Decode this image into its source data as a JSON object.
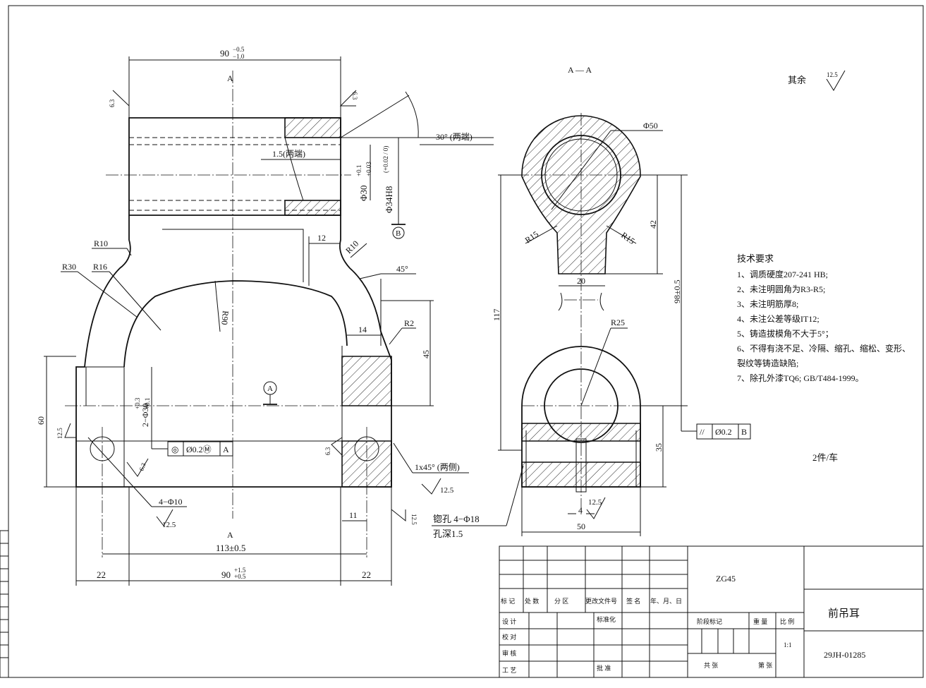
{
  "front_view": {
    "dim_top": "90",
    "dim_top_tol_upper": "−0.5",
    "dim_top_tol_lower": "−1.0",
    "section_mark_top": "A",
    "section_mark_bottom": "A",
    "rough_left": "6.3",
    "rough_right": "6.3",
    "chamfer_angle": "30° (两端)",
    "chamfer_width": "1.5(两端)",
    "bore_inner": "Φ30",
    "bore_inner_tol_upper": "+0.1",
    "bore_inner_tol_lower": "+0.03",
    "bore_outer": "Φ34H8",
    "bore_outer_tol": "(+0.02 / 0)",
    "datum_b": "B",
    "dim_12": "12",
    "r10_left": "R10",
    "r10_right": "R10",
    "r30": "R30",
    "r16": "R16",
    "r90": "R90",
    "angle_45": "45°",
    "dim_14": "14",
    "r2": "R2",
    "dim_45": "45",
    "datum_a": "A",
    "hole_dim": "2−Φ30",
    "hole_tol_upper": "+0.3",
    "hole_tol_lower": "+0.1",
    "dim_60": "60",
    "rough_12_5_left": "12.5",
    "frame_symbol": "◎",
    "frame_value": "Ø0.2Ⓜ",
    "frame_datum": "A",
    "rough_6_3_hole": "6.3",
    "rough_6_3_right": "6.3",
    "chamfer_1x45": "1x45° (两侧)",
    "rough_12_5_chamfer": "12.5",
    "holes_4_10": "4−Φ10",
    "rough_12_5_holes": "12.5",
    "dim_11": "11",
    "rough_12_5_side": "12.5",
    "dim_113": "113±0.5",
    "dim_22_left": "22",
    "dim_90_bottom": "90",
    "dim_90_tol_upper": "+1.5",
    "dim_90_tol_lower": "+0.5",
    "dim_22_right": "22"
  },
  "section_view": {
    "title": "A — A",
    "dia_50": "Φ50",
    "r15_left": "R15",
    "r15_right": "R15",
    "dim_42": "42",
    "dim_20": "20",
    "dim_117": "117",
    "dim_98": "98±0.5",
    "r25": "R25",
    "dim_35": "35",
    "frame_symbol": "//",
    "frame_value": "Ø0.2",
    "frame_datum": "B",
    "dim_4": "4",
    "rough_12_5": "12.5",
    "dim_50": "50",
    "counterbore": "锪孔 4−Φ18",
    "counterbore_depth": "孔深1.5"
  },
  "roughness_rest": {
    "label": "其余",
    "value": "12.5"
  },
  "tech_requirements": {
    "title": "技术要求",
    "items": [
      "1、调质硬度207-241 HB;",
      "2、未注明圆角为R3-R5;",
      "3、未注明筋厚8;",
      "4、未注公差等级IT12;",
      "5、铸造拔模角不大于5°；",
      "6、不得有浇不足、冷隔、缩孔、缩松、变形、",
      "裂纹等铸造缺陷;",
      "7、除孔外漆TQ6; GB/T484-1999。"
    ]
  },
  "quantity_note": "2件/车",
  "title_block": {
    "material": "ZG45",
    "part_name": "前吊耳",
    "drawing_no": "29JH-01285",
    "scale": "1:1",
    "labels": {
      "mark": "标 记",
      "count": "处 数",
      "zone": "分 区",
      "change_doc": "更改文件号",
      "sign": "签 名",
      "date": "年、月、日",
      "design": "设 计",
      "standard": "标准化",
      "stage": "阶段标记",
      "weight": "重 量",
      "ratio": "比 例",
      "check": "校 对",
      "review": "审 核",
      "process": "工 艺",
      "approve": "批 准",
      "total": "共   张",
      "sheet": "第   张"
    }
  }
}
